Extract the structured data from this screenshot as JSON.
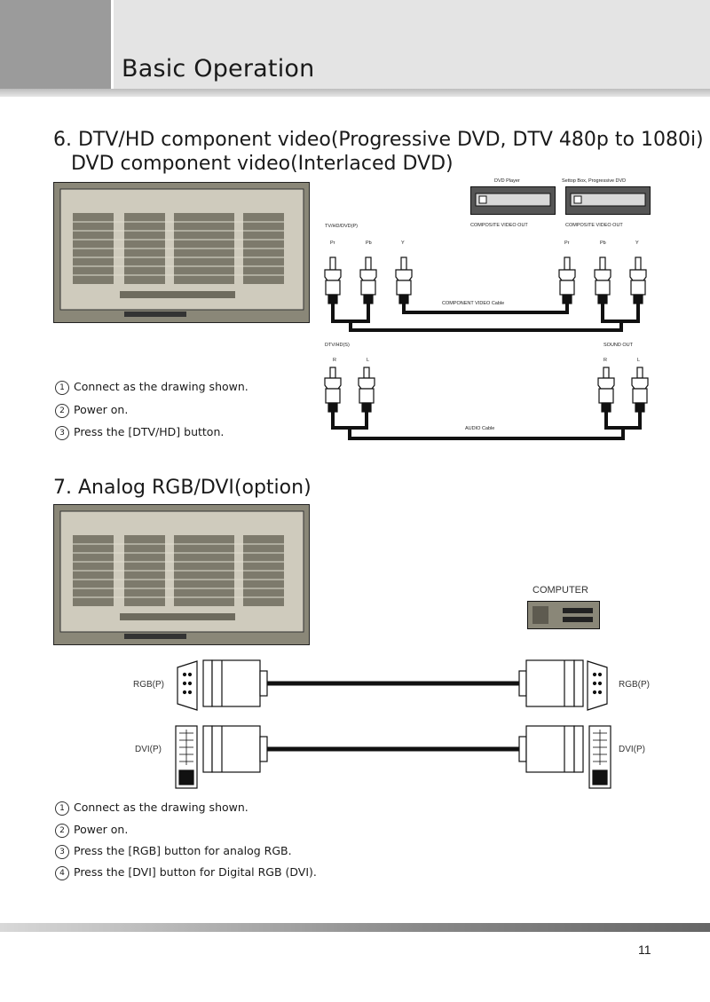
{
  "header": {
    "title": "Basic Operation"
  },
  "section6": {
    "title_line1": "6. DTV/HD component video(Progressive DVD, DTV 480p to 1080i)",
    "title_line2": "DVD component video(Interlaced DVD)",
    "devices": {
      "dvd_player": "DVD Player",
      "settop_box": "Settop Box, Progressive DVD"
    },
    "device_outputs": [
      "COMPOSITE VIDEO OUT",
      "COMPOSITE VIDEO OUT"
    ],
    "video_input_label": "TV/HD/DVD(P)",
    "video_pins_left": [
      "Pr",
      "Pb",
      "Y"
    ],
    "video_pins_right": [
      "Pr",
      "Pb",
      "Y"
    ],
    "video_cable": "COMPONENT VIDEO Cable",
    "audio_input_label": "DTV/HD(S)",
    "audio_output_label": "SOUND OUT",
    "audio_pins_left": [
      "R",
      "L"
    ],
    "audio_pins_right": [
      "R",
      "L"
    ],
    "audio_cable": "AUDIO Cable",
    "steps": [
      "Connect as the drawing shown.",
      "Power on.",
      "Press the [DTV/HD] button."
    ]
  },
  "section7": {
    "title": "7. Analog RGB/DVI(option)",
    "computer_label": "COMPUTER",
    "rgb_left": "RGB(P)",
    "rgb_right": "RGB(P)",
    "dvi_left": "DVI(P)",
    "dvi_right": "DVI(P)",
    "steps": [
      "Connect as the drawing shown.",
      "Power on.",
      "Press the [RGB] button for analog RGB.",
      "Press the [DVI] button for Digital RGB (DVI)."
    ]
  },
  "step_numbers": [
    "1",
    "2",
    "3",
    "4"
  ],
  "page_number": "11"
}
